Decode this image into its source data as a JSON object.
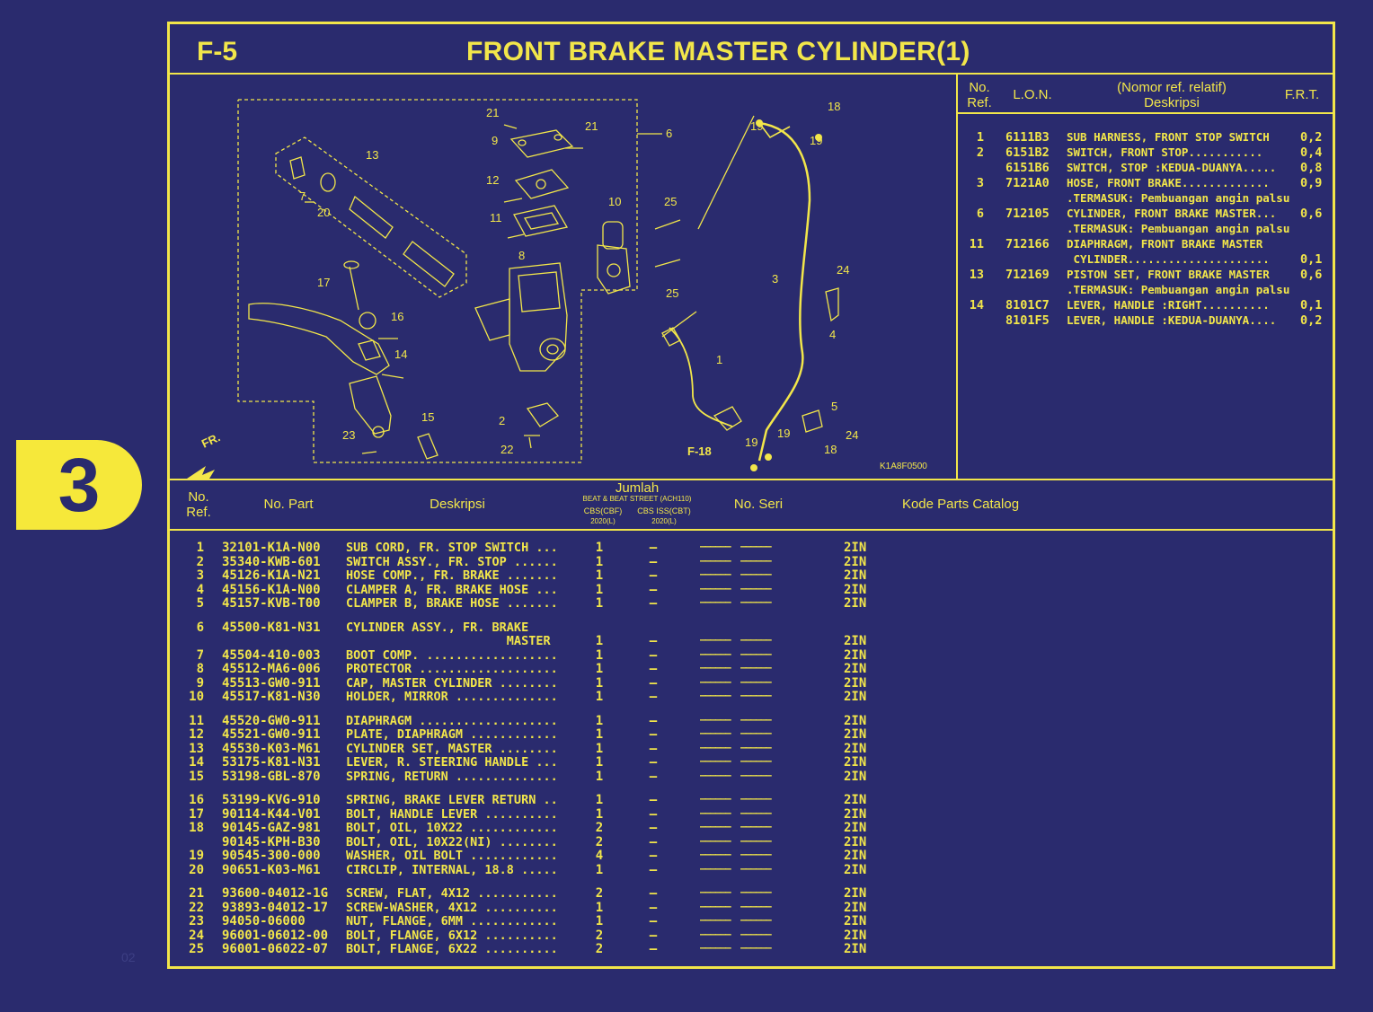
{
  "section_badge": "3",
  "page_number": "02",
  "header": {
    "section_code": "F-5",
    "title": "FRONT BRAKE MASTER CYLINDER(1)"
  },
  "diagram": {
    "part_labels": [
      "21",
      "21",
      "9",
      "6",
      "13",
      "12",
      "10",
      "25",
      "11",
      "7",
      "20",
      "8",
      "25",
      "17",
      "16",
      "14",
      "3",
      "24",
      "4",
      "1",
      "5",
      "15",
      "2",
      "23",
      "22",
      "19",
      "19",
      "24",
      "18",
      "F-18",
      "18",
      "19",
      "19"
    ],
    "direction_label": "FR.",
    "code": "K1A8F0500"
  },
  "ref_table": {
    "headers": {
      "no_ref": "No. Ref.",
      "lon": "L.O.N.",
      "desc_top": "(Nomor ref. relatif)",
      "desc": "Deskripsi",
      "frt": "F.R.T."
    },
    "rows": [
      {
        "no": "1",
        "lon": "6111B3",
        "desc": "SUB HARNESS, FRONT STOP SWITCH",
        "frt": "0,2"
      },
      {
        "no": "2",
        "lon": "6151B2",
        "desc": "SWITCH, FRONT STOP...........",
        "frt": "0,4"
      },
      {
        "no": "",
        "lon": "6151B6",
        "desc": "SWITCH, STOP :KEDUA-DUANYA.....",
        "frt": "0,8"
      },
      {
        "no": "3",
        "lon": "7121A0",
        "desc": "HOSE, FRONT BRAKE.............",
        "frt": "0,9"
      },
      {
        "no": "",
        "lon": "",
        "desc": ".TERMASUK: Pembuangan angin palsu",
        "frt": ""
      },
      {
        "no": "6",
        "lon": "712105",
        "desc": "CYLINDER, FRONT BRAKE MASTER...",
        "frt": "0,6"
      },
      {
        "no": "",
        "lon": "",
        "desc": ".TERMASUK: Pembuangan angin palsu",
        "frt": ""
      },
      {
        "no": "11",
        "lon": "712166",
        "desc": "DIAPHRAGM, FRONT BRAKE MASTER",
        "frt": ""
      },
      {
        "no": "",
        "lon": "",
        "desc": " CYLINDER.....................",
        "frt": "0,1"
      },
      {
        "no": "13",
        "lon": "712169",
        "desc": "PISTON SET, FRONT BRAKE MASTER",
        "frt": "0,6"
      },
      {
        "no": "",
        "lon": "",
        "desc": ".TERMASUK: Pembuangan angin palsu",
        "frt": ""
      },
      {
        "no": "14",
        "lon": "8101C7",
        "desc": "LEVER, HANDLE :RIGHT..........",
        "frt": "0,1"
      },
      {
        "no": "",
        "lon": "8101F5",
        "desc": "LEVER, HANDLE :KEDUA-DUANYA....",
        "frt": "0,2"
      }
    ]
  },
  "parts_table": {
    "headers": {
      "no_ref": "No. Ref.",
      "part": "No. Part",
      "desc": "Deskripsi",
      "jumlah": "Jumlah",
      "jumlah_sub1": "BEAT & BEAT STREET (ACH110)",
      "col_a": "CBS(CBF)",
      "col_a_year": "2020(L)",
      "col_b": "CBS ISS(CBT)",
      "col_b_year": "2020(L)",
      "seri": "No. Seri",
      "catalog": "Kode Parts Catalog"
    },
    "serial_placeholder": "——————  ——————",
    "rows": [
      {
        "no": "1",
        "part": "32101-K1A-N00",
        "desc": "SUB CORD, FR. STOP SWITCH ...",
        "qa": "1",
        "qb": "–",
        "code": "2IN"
      },
      {
        "no": "2",
        "part": "35340-KWB-601",
        "desc": "SWITCH ASSY., FR. STOP ......",
        "qa": "1",
        "qb": "–",
        "code": "2IN"
      },
      {
        "no": "3",
        "part": "45126-K1A-N21",
        "desc": "HOSE COMP., FR. BRAKE .......",
        "qa": "1",
        "qb": "–",
        "code": "2IN"
      },
      {
        "no": "4",
        "part": "45156-K1A-N00",
        "desc": "CLAMPER A, FR. BRAKE HOSE ...",
        "qa": "1",
        "qb": "–",
        "code": "2IN"
      },
      {
        "no": "5",
        "part": "45157-KVB-T00",
        "desc": "CLAMPER B, BRAKE HOSE .......",
        "qa": "1",
        "qb": "–",
        "code": "2IN"
      },
      {
        "no": "6",
        "part": "45500-K81-N31",
        "desc": "CYLINDER ASSY., FR. BRAKE",
        "qa": "",
        "qb": "",
        "code": ""
      },
      {
        "no": "",
        "part": "",
        "desc": "                      MASTER",
        "qa": "1",
        "qb": "–",
        "code": "2IN"
      },
      {
        "no": "7",
        "part": "45504-410-003",
        "desc": "BOOT COMP. ..................",
        "qa": "1",
        "qb": "–",
        "code": "2IN"
      },
      {
        "no": "8",
        "part": "45512-MA6-006",
        "desc": "PROTECTOR ...................",
        "qa": "1",
        "qb": "–",
        "code": "2IN"
      },
      {
        "no": "9",
        "part": "45513-GW0-911",
        "desc": "CAP, MASTER CYLINDER ........",
        "qa": "1",
        "qb": "–",
        "code": "2IN"
      },
      {
        "no": "10",
        "part": "45517-K81-N30",
        "desc": "HOLDER, MIRROR ..............",
        "qa": "1",
        "qb": "–",
        "code": "2IN"
      },
      {
        "no": "11",
        "part": "45520-GW0-911",
        "desc": "DIAPHRAGM ...................",
        "qa": "1",
        "qb": "–",
        "code": "2IN"
      },
      {
        "no": "12",
        "part": "45521-GW0-911",
        "desc": "PLATE, DIAPHRAGM ............",
        "qa": "1",
        "qb": "–",
        "code": "2IN"
      },
      {
        "no": "13",
        "part": "45530-K03-M61",
        "desc": "CYLINDER SET, MASTER ........",
        "qa": "1",
        "qb": "–",
        "code": "2IN"
      },
      {
        "no": "14",
        "part": "53175-K81-N31",
        "desc": "LEVER, R. STEERING HANDLE ...",
        "qa": "1",
        "qb": "–",
        "code": "2IN"
      },
      {
        "no": "15",
        "part": "53198-GBL-870",
        "desc": "SPRING, RETURN ..............",
        "qa": "1",
        "qb": "–",
        "code": "2IN"
      },
      {
        "no": "16",
        "part": "53199-KVG-910",
        "desc": "SPRING, BRAKE LEVER RETURN ..",
        "qa": "1",
        "qb": "–",
        "code": "2IN"
      },
      {
        "no": "17",
        "part": "90114-K44-V01",
        "desc": "BOLT, HANDLE LEVER ..........",
        "qa": "1",
        "qb": "–",
        "code": "2IN"
      },
      {
        "no": "18",
        "part": "90145-GAZ-981",
        "desc": "BOLT, OIL, 10X22 ............",
        "qa": "2",
        "qb": "–",
        "code": "2IN"
      },
      {
        "no": "",
        "part": "90145-KPH-B30",
        "desc": "BOLT, OIL, 10X22(NI) ........",
        "qa": "2",
        "qb": "–",
        "code": "2IN"
      },
      {
        "no": "19",
        "part": "90545-300-000",
        "desc": "WASHER, OIL BOLT ............",
        "qa": "4",
        "qb": "–",
        "code": "2IN"
      },
      {
        "no": "20",
        "part": "90651-K03-M61",
        "desc": "CIRCLIP, INTERNAL, 18.8 .....",
        "qa": "1",
        "qb": "–",
        "code": "2IN"
      },
      {
        "no": "21",
        "part": "93600-04012-1G",
        "desc": "SCREW, FLAT, 4X12 ...........",
        "qa": "2",
        "qb": "–",
        "code": "2IN"
      },
      {
        "no": "22",
        "part": "93893-04012-17",
        "desc": "SCREW-WASHER, 4X12 ..........",
        "qa": "1",
        "qb": "–",
        "code": "2IN"
      },
      {
        "no": "23",
        "part": "94050-06000",
        "desc": "NUT, FLANGE, 6MM ............",
        "qa": "1",
        "qb": "–",
        "code": "2IN"
      },
      {
        "no": "24",
        "part": "96001-06012-00",
        "desc": "BOLT, FLANGE, 6X12 ..........",
        "qa": "2",
        "qb": "–",
        "code": "2IN"
      },
      {
        "no": "25",
        "part": "96001-06022-07",
        "desc": "BOLT, FLANGE, 6X22 ..........",
        "qa": "2",
        "qb": "–",
        "code": "2IN"
      }
    ]
  },
  "colors": {
    "background": "#2a2b6e",
    "accent": "#f2e64a",
    "badge": "#f6e83a"
  }
}
